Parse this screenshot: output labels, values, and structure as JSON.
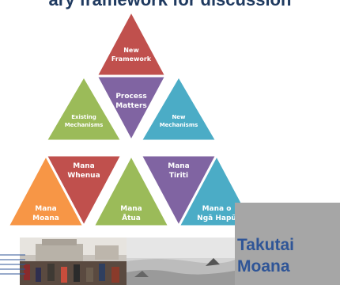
{
  "slide": {
    "title": "ary framework for discussion",
    "brand_line1": "Takutai",
    "brand_line2": "Moana"
  },
  "diagram": {
    "triangles": [
      {
        "label_lines": [
          "New",
          "Framework"
        ],
        "color": "#c0504d"
      },
      {
        "label_lines": [
          "Process",
          "Matters"
        ],
        "color": "#8064a2"
      },
      {
        "label_lines": [
          "Existing",
          "Mechanisms"
        ],
        "color": "#9bbb59"
      },
      {
        "label_lines": [
          "New",
          "Mechanisms"
        ],
        "color": "#4bacc6"
      },
      {
        "label_lines": [
          "Mana",
          "Whenua"
        ],
        "color": "#c0504d"
      },
      {
        "label_lines": [
          "Mana",
          "Tiriti"
        ],
        "color": "#8064a2"
      },
      {
        "label_lines": [
          "Mana",
          "Moana"
        ],
        "color": "#f79646"
      },
      {
        "label_lines": [
          "Mana",
          "Ātua"
        ],
        "color": "#9bbb59"
      },
      {
        "label_lines": [
          "Mana o",
          "Ngā Hapū"
        ],
        "color": "#4bacc6"
      }
    ]
  },
  "colors": {
    "title": "#1f3a60",
    "brand": "#2f5597",
    "grey_box": "#a6a6a6"
  }
}
